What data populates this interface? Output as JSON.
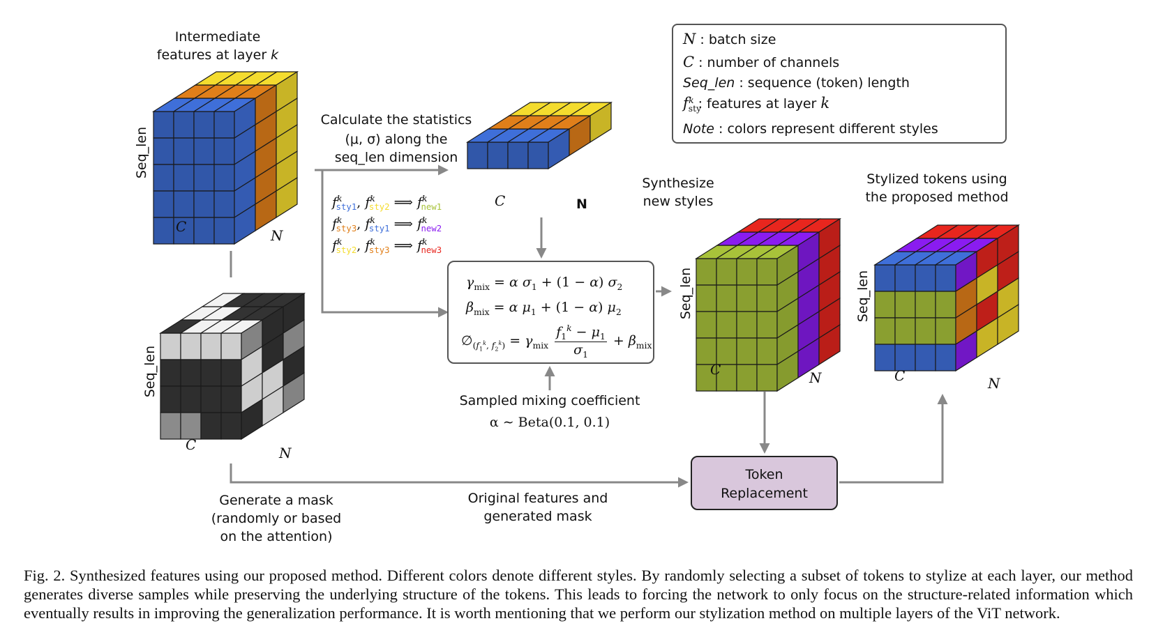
{
  "figure": {
    "caption": "Fig. 2.  Synthesized features using our proposed method. Different colors denote different styles. By randomly selecting a subset of tokens to stylize at each layer, our method generates diverse samples while preserving the underlying structure of the tokens. This leads to forcing the network to only focus on the structure-related information which eventually results in improving the generalization performance. It is worth mentioning that we perform our stylization method on multiple layers of the ViT network."
  },
  "colors": {
    "blue": "#3f6fd9",
    "orange": "#e07f1a",
    "yellow": "#f4dc2e",
    "olive": "#a8c23a",
    "purple": "#8a1cf0",
    "red": "#e8261e",
    "mask_dark": "#333333",
    "mask_light": "#f2f2f2",
    "mask_gray": "#9a9a9a",
    "arrow": "#888888",
    "token_box_fill": "#d9c7dc"
  },
  "labels": {
    "intermediate_line1": "Intermediate",
    "intermediate_line2_prefix": "features at layer ",
    "intermediate_k": "k",
    "seq_len": "Seq_len",
    "axis_c": "C",
    "axis_n": "N",
    "axis_n_bold": "N",
    "calc_line1": "Calculate the statistics",
    "calc_line2": "(μ, σ)  along the",
    "calc_line3": "seq_len dimension",
    "synth_line1": "Synthesize",
    "synth_line2": "new styles",
    "stylized_line1": "Stylized tokens using",
    "stylized_line2": "the proposed method",
    "sampled_line1": "Sampled mixing coefficient",
    "sampled_line2": "α ∼ Beta(0.1, 0.1)",
    "mask_line1": "Generate a mask",
    "mask_line2": "(randomly or based",
    "mask_line3": "on the attention)",
    "orig_line1": "Original features and",
    "orig_line2": "generated mask",
    "token_line1": "Token",
    "token_line2": "Replacement"
  },
  "mixing_rules": [
    {
      "a": "sty1",
      "b": "sty2",
      "out": "new1"
    },
    {
      "a": "sty3",
      "b": "sty1",
      "out": "new2"
    },
    {
      "a": "sty2",
      "b": "sty3",
      "out": "new3"
    }
  ],
  "formulas": {
    "gamma": "γ<sub>mix</sub> = α σ<sub>1</sub> + (1 − α) σ<sub>2</sub>",
    "beta": "β<sub>mix</sub> = α μ<sub>1</sub> + (1 − α) μ<sub>2</sub>"
  },
  "legend": {
    "rows": [
      {
        "sym": "N",
        "text": " : batch size"
      },
      {
        "sym": "C",
        "text": " : number of channels"
      },
      {
        "sym": "Seq_len",
        "text": " : sequence (token) length"
      },
      {
        "sym": "f",
        "text": " : features at layer "
      },
      {
        "sym": "Note",
        "text": " : colors represent different styles"
      }
    ]
  }
}
